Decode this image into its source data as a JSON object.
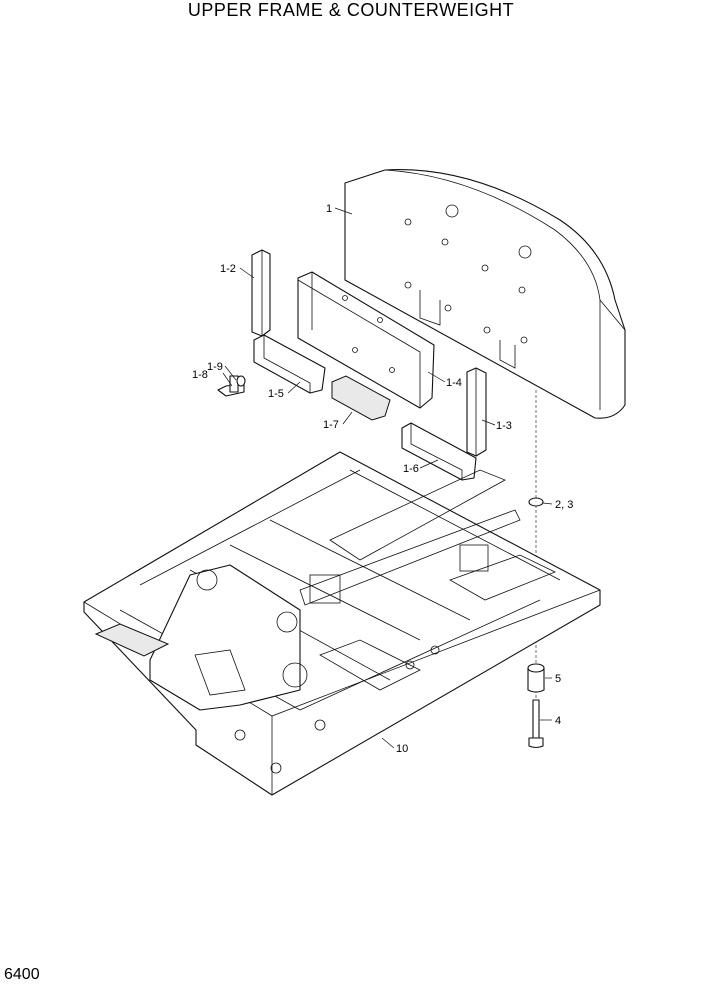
{
  "title": "UPPER FRAME & COUNTERWEIGHT",
  "page_number": "6400",
  "callouts": {
    "c1": "1",
    "c1_2": "1-2",
    "c1_9": "1-9",
    "c1_8": "1-8",
    "c1_5": "1-5",
    "c1_4": "1-4",
    "c1_3": "1-3",
    "c1_7": "1-7",
    "c1_6": "1-6",
    "c2_3": "2, 3",
    "c5": "5",
    "c4": "4",
    "c10": "10"
  }
}
